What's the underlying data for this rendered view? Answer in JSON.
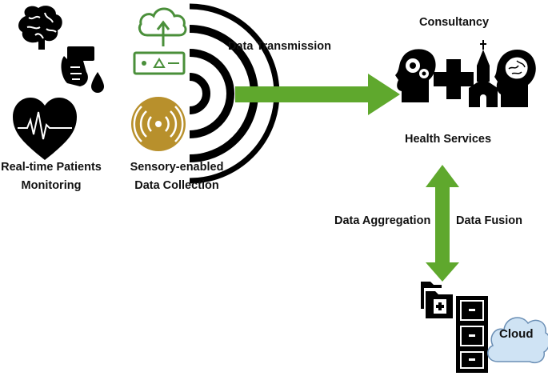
{
  "labels": {
    "monitoring_line1": "Real-time Patients",
    "monitoring_line2": "Monitoring",
    "collection_line1": "Sensory-enabled",
    "collection_line2": "Data Collection",
    "transmission": "Data Transmission",
    "consultancy": "Consultancy",
    "health_services": "Health Services",
    "aggregation": "Data Aggregation",
    "fusion": "Data Fusion",
    "cloud": "Cloud"
  },
  "colors": {
    "arrow_green": "#5fa82d",
    "sensor_gold": "#b8902c",
    "router_green": "#4a8f3a",
    "cloud_fill": "#cfe3f4",
    "cloud_stroke": "#6b8fb5",
    "icon_black": "#000000"
  },
  "icons": {
    "brain": "brain-icon",
    "hand_blood_drop": "finger-prick-icon",
    "heart": "heart-ecg-icon",
    "router": "router-cloud-upload-icon",
    "sensor": "sensor-icon",
    "signal": "wireless-signal-icon",
    "head_gears": "head-gears-icon",
    "medical_cross": "medical-cross-icon",
    "church": "church-icon",
    "head_brain": "head-brain-icon",
    "medical_folder": "medical-folder-icon",
    "file_cabinet": "file-cabinet-icon",
    "cloud": "cloud-icon"
  }
}
